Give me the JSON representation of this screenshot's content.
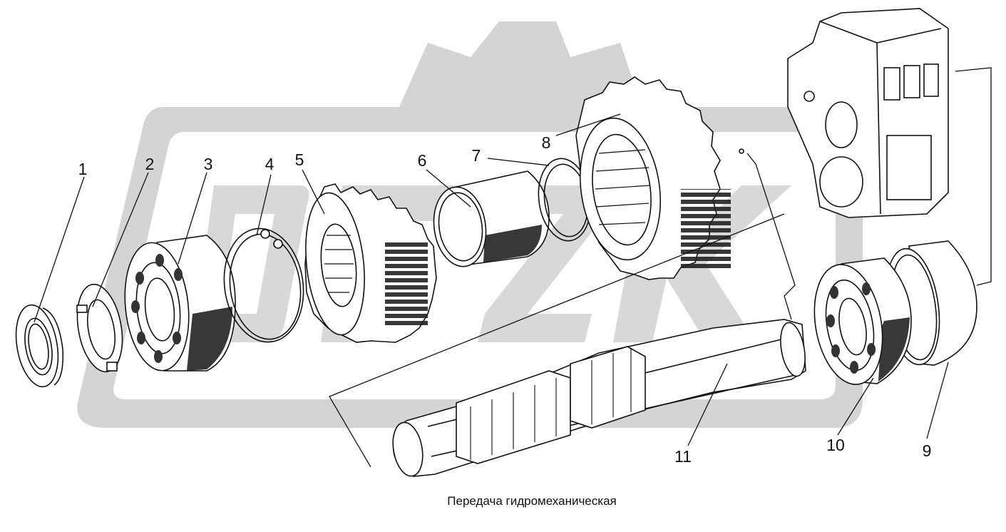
{
  "caption": "Передача гидромеханическая",
  "watermark": {
    "color": "#d4d4d4"
  },
  "parts": [
    {
      "id": "1",
      "label": "1"
    },
    {
      "id": "2",
      "label": "2"
    },
    {
      "id": "3",
      "label": "3"
    },
    {
      "id": "4",
      "label": "4"
    },
    {
      "id": "5",
      "label": "5"
    },
    {
      "id": "6",
      "label": "6"
    },
    {
      "id": "7",
      "label": "7"
    },
    {
      "id": "8",
      "label": "8"
    },
    {
      "id": "9",
      "label": "9"
    },
    {
      "id": "10",
      "label": "10"
    },
    {
      "id": "11",
      "label": "11"
    }
  ]
}
